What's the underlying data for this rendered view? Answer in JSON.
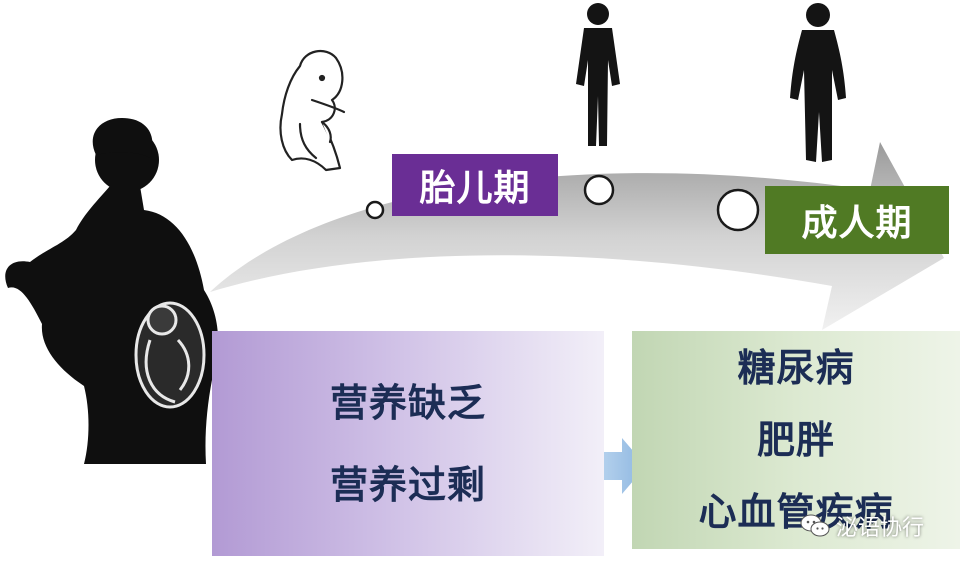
{
  "stages": {
    "fetal_label": "胎儿期",
    "adult_label": "成人期"
  },
  "causes": [
    "营养缺乏",
    "营养过剩"
  ],
  "outcomes": [
    "糖尿病",
    "肥胖",
    "心血管疾病"
  ],
  "watermark": {
    "text": "泌语协行",
    "icon": "wechat-icon"
  },
  "colors": {
    "fetal_label_bg": "#6a2e95",
    "adult_label_bg": "#507a24",
    "box_text": "#1c2d55",
    "arrow": "#b4b4b4",
    "silhouette": "#0f0f0f"
  }
}
